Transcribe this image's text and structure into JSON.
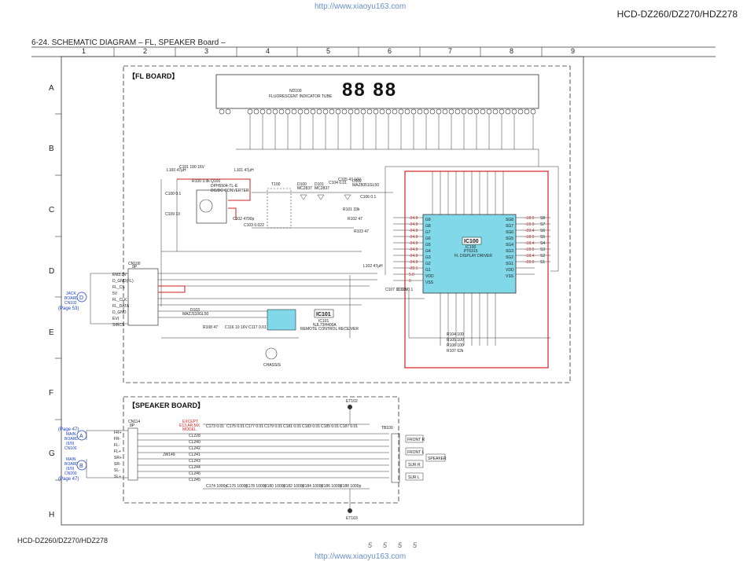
{
  "header": {
    "url": "http://www.xiaoyu163.com",
    "model": "HCD-DZ260/DZ270/HDZ278"
  },
  "title": "6-24.  SCHEMATIC  DIAGRAM  – FL, SPEAKER Board –",
  "grid": {
    "columns": [
      "1",
      "2",
      "3",
      "4",
      "5",
      "6",
      "7",
      "8",
      "9"
    ],
    "rows": [
      "A",
      "B",
      "C",
      "D",
      "E",
      "F",
      "G",
      "H"
    ]
  },
  "fl_board": {
    "title": "【FL BOARD】",
    "nd100": {
      "ref": "ND100",
      "name": "FLUORESCENT INDICATOR TUBE",
      "digits": "88 88"
    },
    "ic100": {
      "ref": "IC100",
      "part": "IC100",
      "num": "PT6315",
      "desc": "FL DISPLAY DRIVER"
    },
    "ic101": {
      "ref": "IC101",
      "part": "IC101",
      "num": "NJL73H400A",
      "desc": "REMOTE CONTROL RECEIVER"
    },
    "q100": {
      "ref": "Q100",
      "part": "DPH5504-TL-E",
      "desc": "DC/DC CONVERTER"
    },
    "t100": "T100",
    "d100": {
      "ref": "D100",
      "part": "MC2837"
    },
    "d101": {
      "ref": "D101",
      "part": "MC2837"
    },
    "d102": {
      "ref": "D102",
      "part": "MAZ8051GL50"
    },
    "d103": {
      "ref": "D103",
      "part": "MAZJ110GL50"
    },
    "cn100": {
      "ref": "CN100",
      "pins": "9P"
    },
    "cn100_signals": [
      "EM3.3V",
      "D_GND(FL)",
      "FL_CS",
      "5V",
      "FL_CLK",
      "FL_DATA",
      "D_GND",
      "EVI",
      "SIRCS"
    ],
    "chassis": "CHASSIS",
    "parts": [
      "L100 47μH",
      "C101 100 16V",
      "L101 47μH",
      "R100 3.9k",
      "C100 0.1",
      "C102 4700p",
      "C103 0.022",
      "C104 0.01",
      "C105 47 16V",
      "C106 0.1",
      "R101 33k",
      "R102 47",
      "R103 47",
      "L102 47μH",
      "C107 10 16V",
      "C108 0.1",
      "C109 10",
      "C116 10 16V",
      "C117 0.01",
      "R108 47",
      "R104 100",
      "R105 100",
      "R106 100",
      "R107 62k"
    ]
  },
  "ic100_left_pins": [
    "G9",
    "G8",
    "G7",
    "G6",
    "G5",
    "G4",
    "G3",
    "G2",
    "G1",
    "VDD",
    "VSS"
  ],
  "ic100_right_pins": [
    "SG8",
    "SG7",
    "SG6",
    "SG5",
    "SG4",
    "SG3",
    "SG2",
    "SG1",
    "VDD",
    "VSS"
  ],
  "ic100_right_nets": [
    "S8",
    "S7",
    "S6",
    "S5",
    "S4",
    "S3",
    "S2",
    "S1"
  ],
  "ic100_right_volts": [
    "-18.5",
    "-19.3",
    "-20.4",
    "-18.5",
    "-18.4",
    "-19.5",
    "-18.4",
    "-20.0"
  ],
  "ic100_left_volts": [
    "-24.9",
    "-24.9",
    "-24.9",
    "-24.9",
    "-24.9",
    "-24.9",
    "-24.9",
    "-24.9",
    "-20.1",
    "5.0",
    "0"
  ],
  "speaker_board": {
    "title": "【SPEAKER BOARD】",
    "note": [
      "EXCEPT",
      "E13,AR,MX",
      "MODEL"
    ],
    "cn114": {
      "ref": "CN114",
      "pins": "8P"
    },
    "cn114_pins": [
      "FR+",
      "FR-",
      "FL-",
      "FL+",
      "SR+",
      "SR-",
      "SL-",
      "SL+"
    ],
    "tb100": "TB100",
    "outputs": [
      "FRONT R",
      "FRONT L",
      "SUR R",
      "SUR L"
    ],
    "speaker": "SPEAKER",
    "et102": "ET102",
    "et103": "ET103",
    "jw149": "JW149",
    "cl_refs": [
      "CL228",
      "CL240",
      "CL242",
      "CL241",
      "CL243",
      "CL244",
      "CL246",
      "CL245"
    ],
    "caps_top": [
      "C173 0.01",
      "C175 0.01",
      "C177 0.01",
      "C179 0.01",
      "C181 0.01",
      "C183 0.01",
      "C185 0.01",
      "C187 0.01"
    ],
    "caps_bottom": [
      "C174 1000p",
      "C176 1000p",
      "C178 1000p",
      "C180 1000p",
      "C182 1000p",
      "C184 1000p",
      "C186 1000p",
      "C188 1000p"
    ]
  },
  "connectors": {
    "jack": {
      "lines": [
        "JACK",
        "BOARD",
        "CN102",
        "(Page 53)"
      ],
      "badge": "D"
    },
    "main_a": {
      "lines": [
        "(Page 47)",
        "MAIN",
        "BOARD",
        "(9/9)",
        "CN100"
      ],
      "badge": "A"
    },
    "main_b": {
      "lines": [
        "MAIN",
        "BOARD",
        "(9/9)",
        "CN200",
        "(Page 47)"
      ],
      "badge": "B"
    }
  },
  "footer": {
    "model": "HCD-DZ260/DZ270/HDZ278",
    "page_left": "55",
    "page_right": "55",
    "url": "http://www.xiaoyu163.com"
  },
  "colors": {
    "red_net": "#d22222",
    "ic_fill": "#80d8e8",
    "blue": "#1a3fc4"
  }
}
